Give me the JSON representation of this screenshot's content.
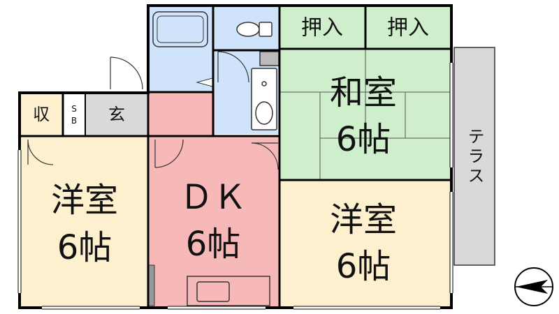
{
  "rooms": {
    "washitsu": {
      "name": "和室",
      "size": "6帖"
    },
    "dk": {
      "name": "ＤＫ",
      "size": "6帖"
    },
    "yoshitsu_left": {
      "name": "洋室",
      "size": "6帖"
    },
    "yoshitsu_right": {
      "name": "洋室",
      "size": "6帖"
    },
    "oshiire_1": "押入",
    "oshiire_2": "押入",
    "shu": "収",
    "sb_top": "S",
    "sb_bottom": "B",
    "genkan": "玄",
    "terrace": "テラス"
  },
  "colors": {
    "wall": "#000000",
    "wet_area": "#cfe3fa",
    "tatami": "#cfeecb",
    "dk_floor": "#f7b8b8",
    "yoshitsu_floor": "#fdf0cf",
    "entrance_floor": "#d9d9d9",
    "terrace_floor": "#d9d9d9"
  }
}
